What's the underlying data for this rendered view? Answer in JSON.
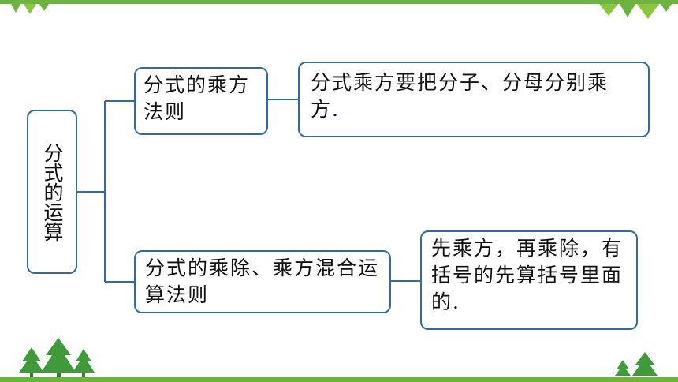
{
  "colors": {
    "accent_green": "#6cb33f",
    "tree_green": "#3f9a3a",
    "line_blue": "#2e6da4",
    "text": "#111111"
  },
  "diagram": {
    "root": "分式的运算",
    "branches": [
      {
        "label": "分式的乘方法则",
        "explanation": "分式乘方要把分子、分母分别乘方."
      },
      {
        "label": "分式的乘除、乘方混合运算法则",
        "explanation": "先乘方，再乘除，有括号的先算括号里面的."
      }
    ]
  },
  "decorations": [
    "triangle-bunting-icon",
    "pine-tree-icon"
  ]
}
